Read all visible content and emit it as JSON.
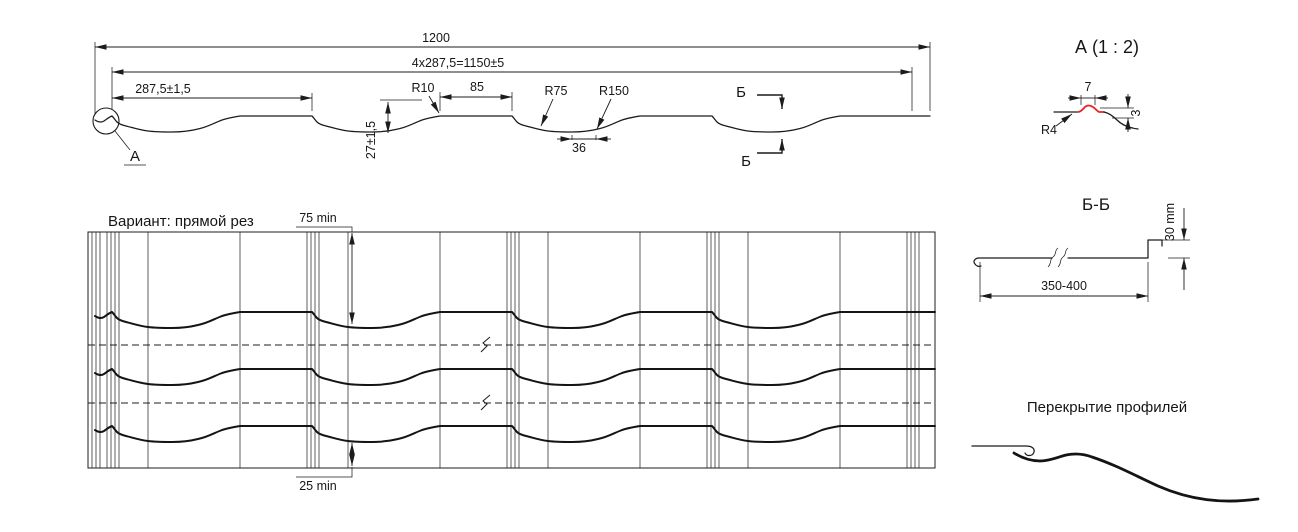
{
  "main_profile": {
    "dim_total_width": "1200",
    "dim_module": "4x287,5=1150±5",
    "dim_step": "287,5±1,5",
    "radius_r10": "R10",
    "dim_crest_width": "85",
    "radius_r75": "R75",
    "radius_r150": "R150",
    "dim_profile_height": "27±1,5",
    "dim_valley_width": "36",
    "section_label_top": "Б",
    "section_label_bottom": "Б",
    "detail_callout_label": "А"
  },
  "detail_a": {
    "title": "А (1 : 2)",
    "radius_label": "R4",
    "dim_width": "7",
    "dim_height": "3",
    "accent_color": "#e8232a"
  },
  "section_bb": {
    "title": "Б-Б",
    "dim_length": "350-400",
    "dim_height": "30 mm"
  },
  "plan_view": {
    "title": "Вариант: прямой рез",
    "dim_top_offset": "75 min",
    "dim_bottom_offset": "25 min"
  },
  "overlap_view": {
    "title": "Перекрытие профилей"
  }
}
